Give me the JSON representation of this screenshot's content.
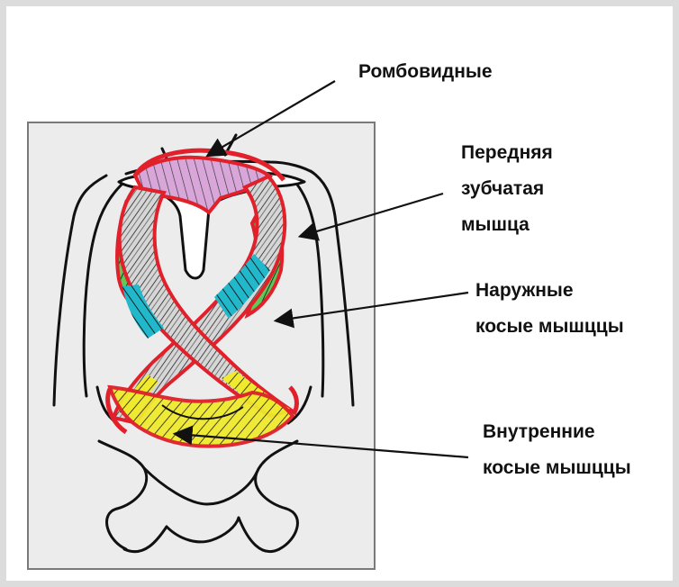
{
  "labels": {
    "rhomboid": [
      "Ромбовидные"
    ],
    "serratus": [
      "Передняя",
      "зубчатая",
      "мышца"
    ],
    "external_oblique": [
      "Наружные",
      "косые мышццы"
    ],
    "internal_oblique": [
      "Внутренние",
      "косые мышццы"
    ]
  },
  "colors": {
    "outline_red": "#e0202a",
    "pink": "#d9a6d9",
    "green": "#5ec85a",
    "cyan": "#22b8cc",
    "yellow": "#f0ea2e",
    "grey_fibers": "#b9b9b9",
    "panel": "#ececec"
  }
}
